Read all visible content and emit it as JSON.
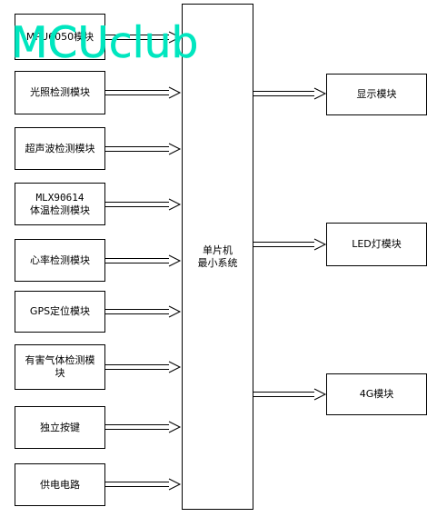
{
  "diagram": {
    "center_block": {
      "line1": "单片机",
      "line2": "最小系统"
    },
    "inputs": [
      {
        "label": "MPU6050模块"
      },
      {
        "label": "光照检测模块"
      },
      {
        "label": "超声波检测模块"
      },
      {
        "label": "MLX90614",
        "label2": "体温检测模块"
      },
      {
        "label": "心率检测模块"
      },
      {
        "label": "GPS定位模块"
      },
      {
        "label": "有害气体检测模",
        "label2": "块"
      },
      {
        "label": "独立按键"
      },
      {
        "label": "供电电路"
      }
    ],
    "outputs": [
      {
        "label": "显示模块"
      },
      {
        "label": "LED灯模块"
      },
      {
        "label": "4G模块"
      }
    ]
  },
  "watermark": {
    "text": "MCUclub",
    "color": "#00e6bf"
  }
}
